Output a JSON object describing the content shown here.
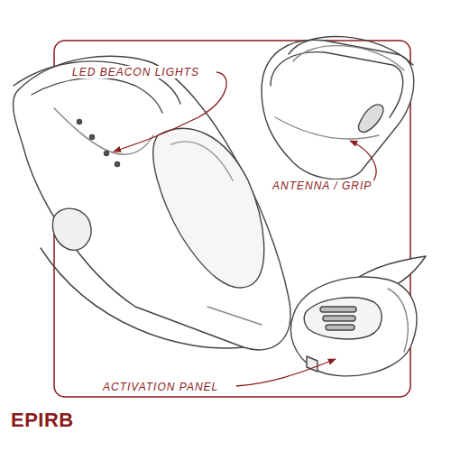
{
  "diagram": {
    "title": "EPIRB",
    "labels": [
      "LED BEACON LIGHTS",
      "ANTENNA / GRIP",
      "ACTIVATION PANEL"
    ]
  }
}
